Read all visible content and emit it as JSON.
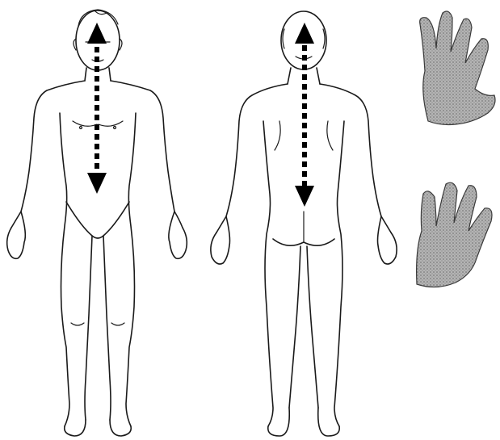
{
  "figures": [
    {
      "id": "front",
      "view": "anterior",
      "arrow": "bidirectional-head-to-pelvis"
    },
    {
      "id": "back",
      "view": "posterior",
      "arrow": "bidirectional-head-to-sacrum"
    }
  ],
  "hands": [
    {
      "id": "hand-top",
      "style": "photo-halftone"
    },
    {
      "id": "hand-bottom",
      "style": "photo-halftone"
    }
  ],
  "colors": {
    "line": "#1a1a1a",
    "arrow": "#000000",
    "background": "#ffffff",
    "hand_tone": "#9a9a9a"
  }
}
